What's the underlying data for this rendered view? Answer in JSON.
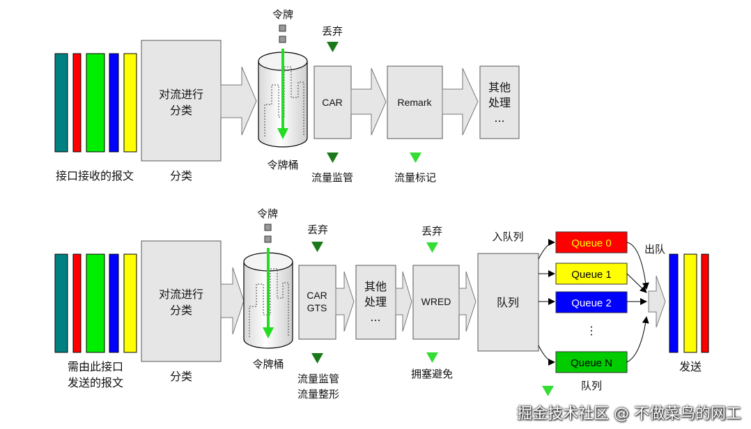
{
  "top": {
    "packets_label": "接口接收的报文",
    "classify_box": [
      "对流进行",
      "分类"
    ],
    "classify_label": "分类",
    "token_label": "令牌",
    "bucket_label": "令牌桶",
    "discard_label": "丢弃",
    "car_box": "CAR",
    "policing_label": "流量监管",
    "remark_box": "Remark",
    "marking_label": "流量标记",
    "other_box": [
      "其他",
      "处理",
      "..."
    ]
  },
  "bottom": {
    "packets_label": [
      "需由此接口",
      "发送的报文"
    ],
    "classify_box": [
      "对流进行",
      "分类"
    ],
    "classify_label": "分类",
    "token_label": "令牌",
    "bucket_label": "令牌桶",
    "discard_label_1": "丢弃",
    "car_box": [
      "CAR",
      "GTS"
    ],
    "policing_label": [
      "流量监管",
      "流量整形"
    ],
    "other_box": [
      "其他",
      "处理",
      "..."
    ],
    "discard_label_2": "丢弃",
    "wred_box": "WRED",
    "congestion_label": "拥塞避免",
    "enqueue_label": "入队列",
    "queue_box": "队列",
    "queues": [
      {
        "name": "Queue 0",
        "color": "#ff0000",
        "text_color": "#ffff00"
      },
      {
        "name": "Queue 1",
        "color": "#ffff00",
        "text_color": "#000000"
      },
      {
        "name": "Queue 2",
        "color": "#0000ff",
        "text_color": "#ffffff"
      },
      {
        "name": "Queue N",
        "color": "#00cc00",
        "text_color": "#000000"
      }
    ],
    "queue_ellipsis": "⋮",
    "queue_label": "队列",
    "dequeue_label": "出队",
    "send_label": "发送"
  },
  "colors": {
    "teal": "#008080",
    "red": "#ff0000",
    "green": "#00ee00",
    "blue": "#0000ff",
    "yellow": "#ffff00",
    "box_fill": "#e6e6e6",
    "dark_triangle": "#1a7a1a",
    "light_triangle": "#33dd33"
  },
  "watermark": "掘金技术社区 @ 不做菜鸟的网工"
}
